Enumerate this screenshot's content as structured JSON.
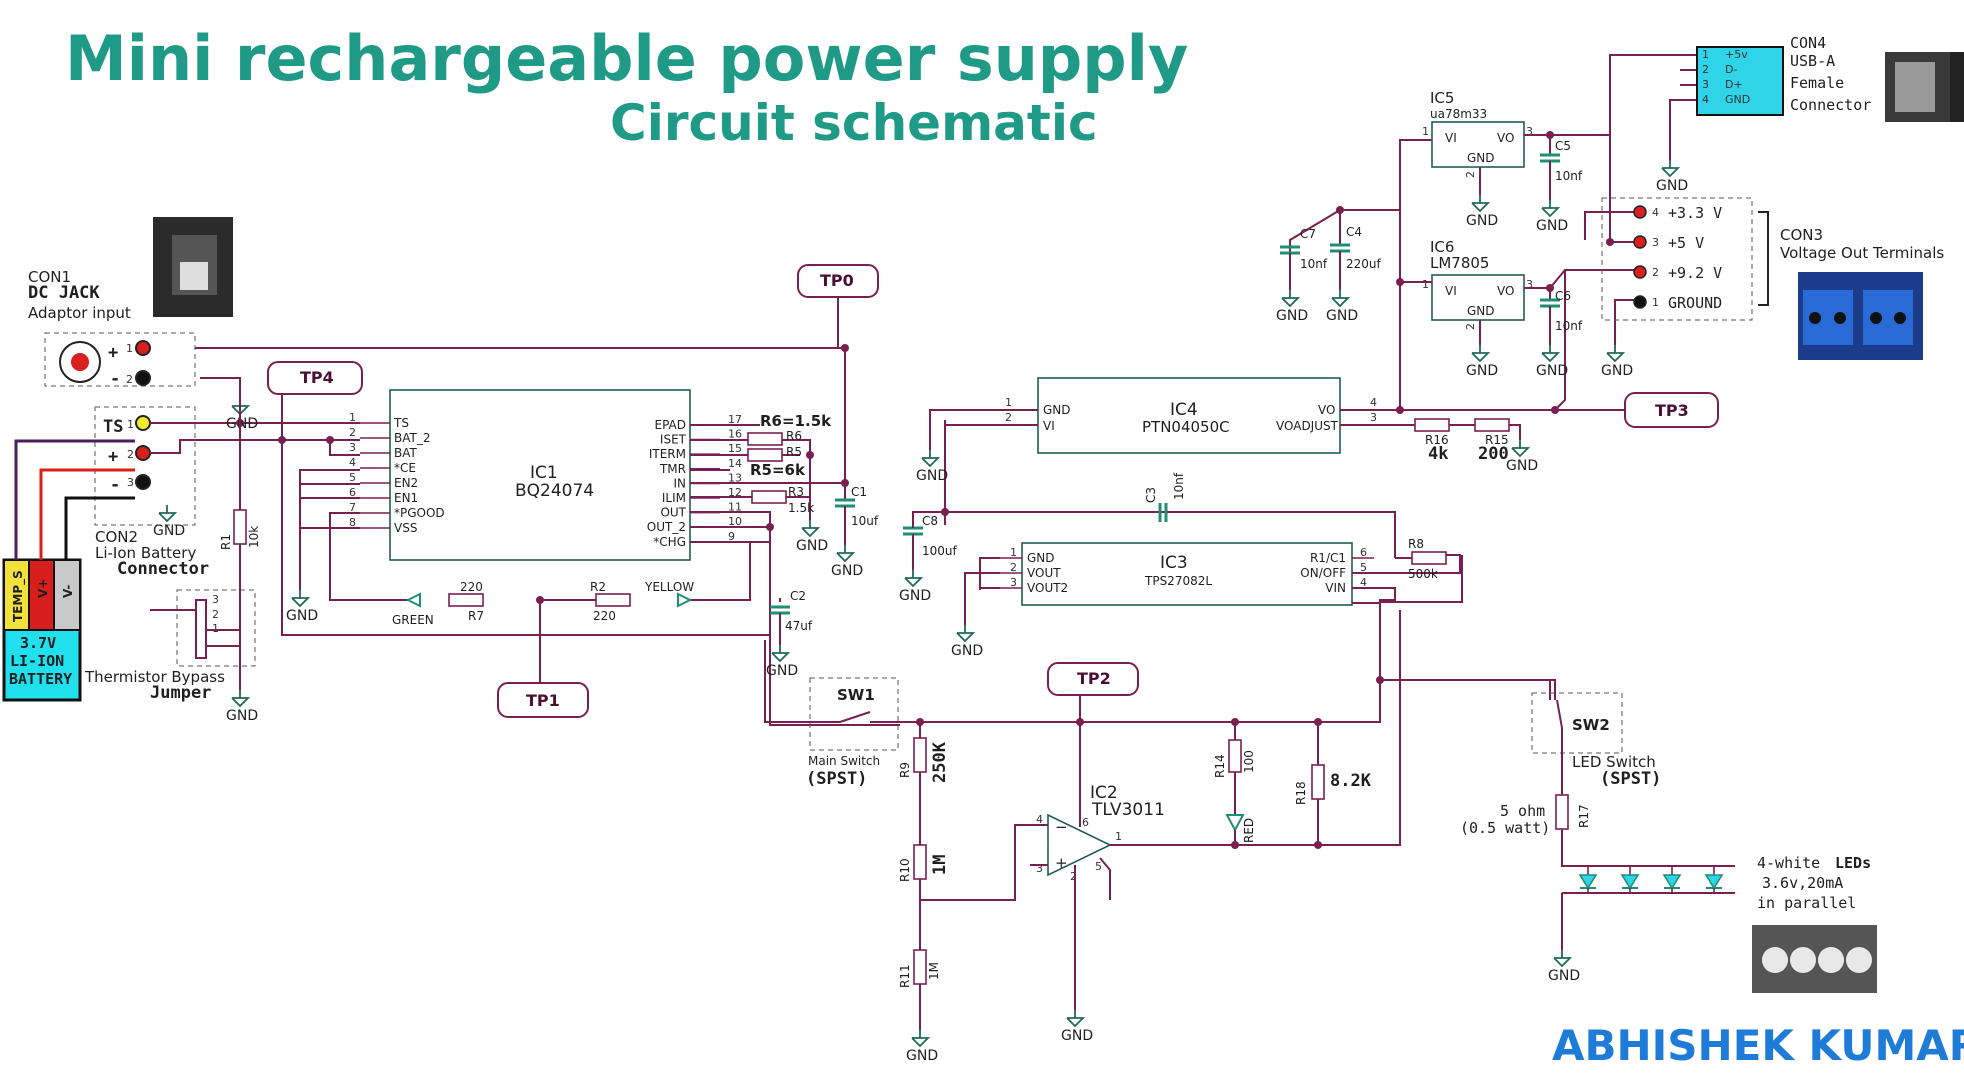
{
  "title": {
    "line1": "Mini rechargeable power supply",
    "line2": "Circuit schematic"
  },
  "author": "ABHISHEK KUMAR",
  "colors": {
    "title": "#1f9a86",
    "author": "#1f7bd8",
    "wire": "#7a1f52",
    "ic": "#1f5e50"
  },
  "con1": {
    "ref": "CON1",
    "name": "DC  JACK",
    "desc": "Adaptor input",
    "plus": "+",
    "minus": "-",
    "pin1": "1",
    "pin2": "2"
  },
  "con2": {
    "ref": "CON2",
    "desc1": "Li-Ion Battery",
    "desc2": "Connector",
    "ts": "TS",
    "plus": "+",
    "minus": "-",
    "pin1": "1",
    "pin2": "2",
    "pin3": "3"
  },
  "battery": {
    "temp": "TEMP_S",
    "vplus": "V+",
    "vminus": "V-",
    "line1": "3.7V",
    "line2": "LI-ION",
    "line3": "BATTERY"
  },
  "thermistor": {
    "desc1": "Thermistor Bypass",
    "desc2": "Jumper",
    "p3": "3",
    "p2": "2",
    "p1": "1"
  },
  "gnd": "GND",
  "testpoints": {
    "tp0": "TP0",
    "tp1": "TP1",
    "tp2": "TP2",
    "tp3": "TP3",
    "tp4": "TP4"
  },
  "ic1": {
    "ref": "IC1",
    "part": "BQ24074",
    "left_pins": [
      {
        "num": "1",
        "name": "TS"
      },
      {
        "num": "2",
        "name": "BAT_2"
      },
      {
        "num": "3",
        "name": "BAT"
      },
      {
        "num": "4",
        "name": "*CE"
      },
      {
        "num": "5",
        "name": "EN2"
      },
      {
        "num": "6",
        "name": "EN1"
      },
      {
        "num": "7",
        "name": "*PGOOD"
      },
      {
        "num": "8",
        "name": "VSS"
      }
    ],
    "right_pins": [
      {
        "num": "17",
        "name": "EPAD"
      },
      {
        "num": "16",
        "name": "ISET"
      },
      {
        "num": "15",
        "name": "ITERM"
      },
      {
        "num": "14",
        "name": "TMR"
      },
      {
        "num": "13",
        "name": "IN"
      },
      {
        "num": "12",
        "name": "ILIM"
      },
      {
        "num": "11",
        "name": "OUT"
      },
      {
        "num": "10",
        "name": "OUT_2"
      },
      {
        "num": "9",
        "name": "*CHG"
      }
    ]
  },
  "r6": {
    "ref": "R6",
    "note": "R6=1.5k"
  },
  "r5": {
    "ref": "R5",
    "note": "R5=6k"
  },
  "r3": {
    "ref": "R3",
    "value": "1.5k"
  },
  "c1": {
    "ref": "C1",
    "value": "10uf"
  },
  "c2": {
    "ref": "C2",
    "value": "47uf"
  },
  "r1": {
    "ref": "R1",
    "value": "10k"
  },
  "r7": {
    "ref": "R7",
    "value": "220"
  },
  "r2": {
    "ref": "R2",
    "value": "220"
  },
  "led_green": "GREEN",
  "led_yellow": "YELLOW",
  "sw1": {
    "ref": "SW1",
    "desc": "Main Switch",
    "type": "(SPST)"
  },
  "sw2": {
    "ref": "SW2",
    "desc": "LED Switch",
    "type": "(SPST)"
  },
  "ic2": {
    "ref": "IC2",
    "part": "TLV3011",
    "p4": "4",
    "p3": "3",
    "p6": "6",
    "p1": "1",
    "p2": "2",
    "p5": "5",
    "minus": "−",
    "plus": "+"
  },
  "r9": {
    "ref": "R9",
    "value": "250K"
  },
  "r10": {
    "ref": "R10",
    "value": "1M"
  },
  "r11": {
    "ref": "R11",
    "value": "1M"
  },
  "r14": {
    "ref": "R14",
    "value": "100"
  },
  "r18": {
    "ref": "R18",
    "value": "8.2K"
  },
  "led_red": "RED",
  "ic3": {
    "ref": "IC3",
    "part": "TPS27082L",
    "left_pins": [
      {
        "num": "1",
        "name": "GND"
      },
      {
        "num": "2",
        "name": "VOUT"
      },
      {
        "num": "3",
        "name": "VOUT2"
      }
    ],
    "right_pins": [
      {
        "num": "6",
        "name": "R1/C1"
      },
      {
        "num": "5",
        "name": "ON/OFF"
      },
      {
        "num": "4",
        "name": "VIN"
      }
    ]
  },
  "c3": {
    "ref": "C3",
    "value": "10nf"
  },
  "c8": {
    "ref": "C8",
    "value": "100uf"
  },
  "r8": {
    "ref": "R8",
    "value": "500k"
  },
  "ic4": {
    "ref": "IC4",
    "part": "PTN04050C",
    "gnd": "GND",
    "vi": "VI",
    "vo": "VO",
    "voadj": "VOADJUST",
    "p1": "1",
    "p2": "2",
    "p4": "4",
    "p3": "3"
  },
  "r16": {
    "ref": "R16",
    "value": "4k"
  },
  "r15": {
    "ref": "R15",
    "value": "200"
  },
  "ic5": {
    "ref": "IC5",
    "part": "ua78m33",
    "vi": "VI",
    "vo": "VO",
    "gnd": "GND",
    "p1": "1",
    "p3": "3",
    "p2": "2"
  },
  "ic6": {
    "ref": "IC6",
    "part": "LM7805",
    "vi": "VI",
    "vo": "VO",
    "gnd": "GND",
    "p1": "1",
    "p3": "3",
    "p2": "2"
  },
  "c4": {
    "ref": "C4",
    "value": "220uf"
  },
  "c5": {
    "ref": "C5",
    "value": "10nf"
  },
  "c6": {
    "ref": "C6",
    "value": "10nf"
  },
  "c7": {
    "ref": "C7",
    "value": "10nf"
  },
  "con3": {
    "ref": "CON3",
    "desc": "Voltage Out Terminals",
    "pins": [
      {
        "num": "4",
        "label": "+3.3 V"
      },
      {
        "num": "3",
        "label": "+5 V"
      },
      {
        "num": "2",
        "label": "+9.2 V"
      },
      {
        "num": "1",
        "label": "GROUND"
      }
    ]
  },
  "con4": {
    "ref": "CON4",
    "desc1": "USB-A",
    "desc2": "Female",
    "desc3": "Connector",
    "pins": [
      {
        "num": "1",
        "label": "+5v"
      },
      {
        "num": "2",
        "label": "D-"
      },
      {
        "num": "3",
        "label": "D+"
      },
      {
        "num": "4",
        "label": "GND"
      }
    ]
  },
  "r17": {
    "ref": "R17",
    "value1": "5 ohm",
    "value2": "(0.5 watt)"
  },
  "leds": {
    "line1a": "4-white ",
    "line1b": "LEDs",
    "line2": "3.6v,20mA",
    "line3": "in parallel"
  }
}
